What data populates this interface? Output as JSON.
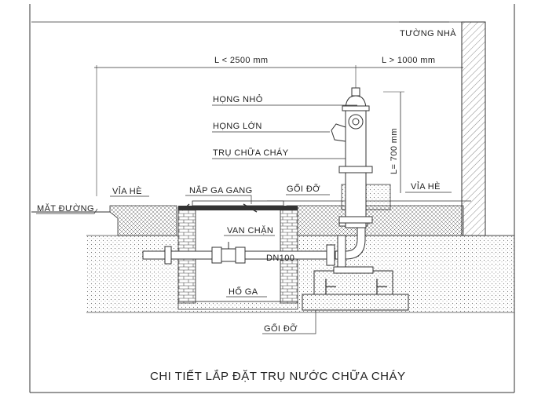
{
  "title": "CHI TIẾT LẮP ĐẶT TRỤ NƯỚC CHỮA CHÁY",
  "labels": {
    "wall": "TƯỜNG NHÀ",
    "dim_left": "L < 2500 mm",
    "dim_right": "L > 1000 mm",
    "dim_vertical": "L= 700 mm",
    "small_outlet": "HỌNG NHỎ",
    "large_outlet": "HỌNG LỚN",
    "hydrant": "TRỤ CHỮA CHÁY",
    "support_top": "GỐI ĐỠ",
    "sidewalk_left": "VỈA HÈ",
    "sidewalk_right": "VỈA HÈ",
    "road_surface": "MẶT ĐƯỜNG",
    "manhole_cover": "NẮP GA GANG",
    "valve": "VAN CHẶN",
    "pipe": "DN100",
    "pit": "HỐ GA",
    "support_bottom": "GỐI ĐỠ"
  }
}
